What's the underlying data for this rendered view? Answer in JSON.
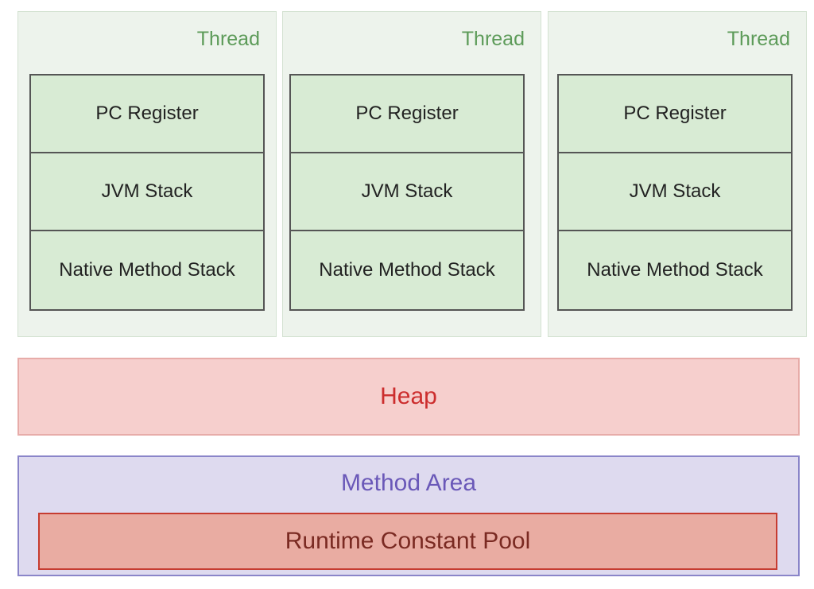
{
  "threads": [
    {
      "label": "Thread",
      "pc_register": "PC Register",
      "jvm_stack": "JVM Stack",
      "native_method_stack": "Native Method Stack"
    },
    {
      "label": "Thread",
      "pc_register": "PC Register",
      "jvm_stack": "JVM Stack",
      "native_method_stack": "Native Method Stack"
    },
    {
      "label": "Thread",
      "pc_register": "PC Register",
      "jvm_stack": "JVM Stack",
      "native_method_stack": "Native Method Stack"
    }
  ],
  "heap": {
    "label": "Heap"
  },
  "method_area": {
    "label": "Method Area",
    "runtime_constant_pool": "Runtime Constant Pool"
  },
  "colors": {
    "thread_bg": "#edf3ec",
    "thread_label": "#5d9b59",
    "stack_bg": "#d8ebd4",
    "heap_bg": "#f6cfcd",
    "heap_text": "#cc2d2d",
    "method_area_bg": "#dedaef",
    "method_area_text": "#6a58b8",
    "pool_bg": "#e9aca2",
    "pool_border": "#c63c31"
  }
}
